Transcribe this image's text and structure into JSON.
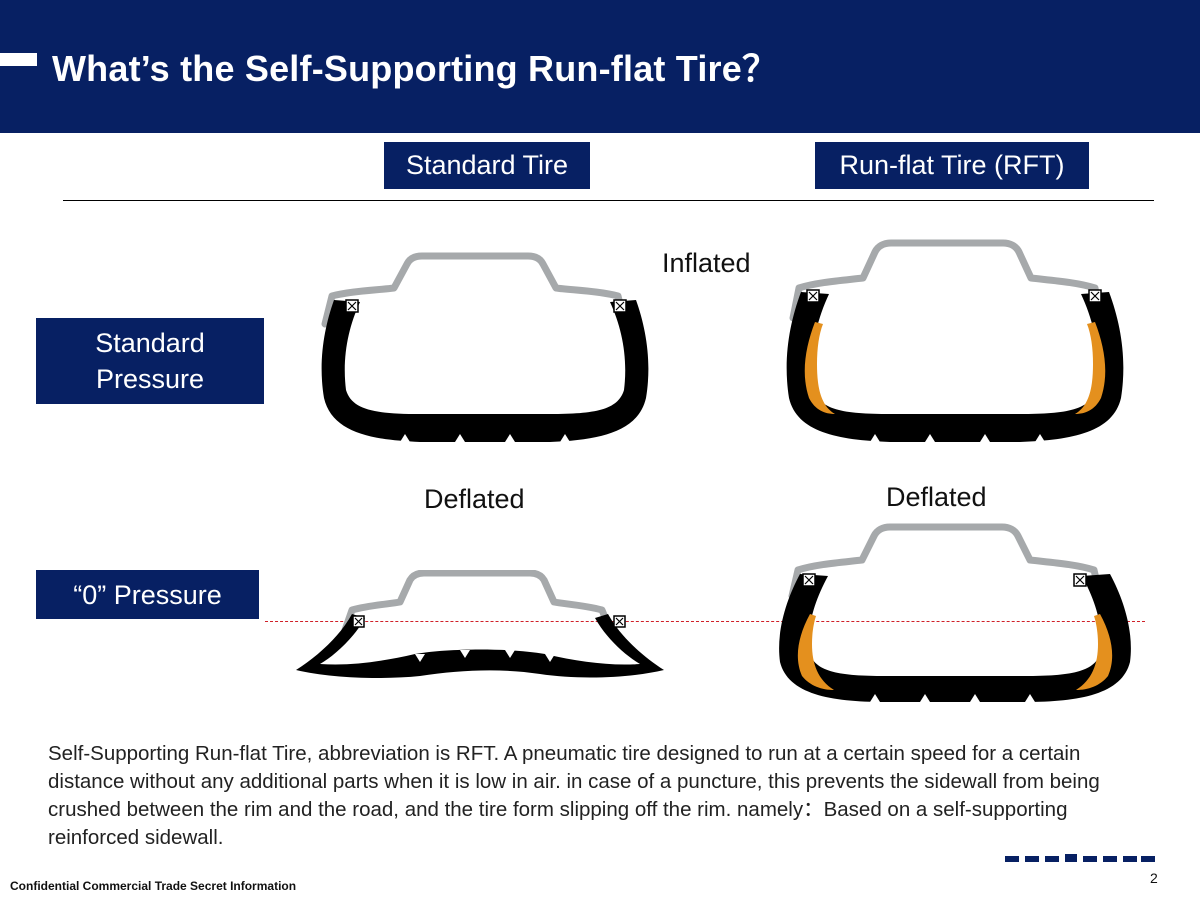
{
  "header": {
    "title": "What’s the Self-Supporting Run-flat Tire？"
  },
  "columns": {
    "standard": "Standard Tire",
    "runflat": "Run-flat Tire (RFT)"
  },
  "rows": {
    "standard_line1": "Standard",
    "standard_line2": "Pressure",
    "zero": "“0” Pressure"
  },
  "states": {
    "inflated": "Inflated",
    "deflated_standard": "Deflated",
    "deflated_runflat": "Deflated"
  },
  "description": "Self-Supporting Run-flat Tire, abbreviation is RFT. A pneumatic tire designed to run at a certain speed for a certain distance without any additional parts when it is low in air. in case of a puncture, this prevents the sidewall from being crushed between the rim and the road, and the tire form slipping off the rim. namely：Based on a self-supporting reinforced sidewall.",
  "footer": {
    "confidential": "Confidential Commercial Trade Secret Information",
    "page": "2"
  },
  "colors": {
    "navy": "#072063",
    "rim": "#a6a9ab",
    "rubber": "#000000",
    "insert": "#e4901e",
    "dashed": "#d02028"
  }
}
